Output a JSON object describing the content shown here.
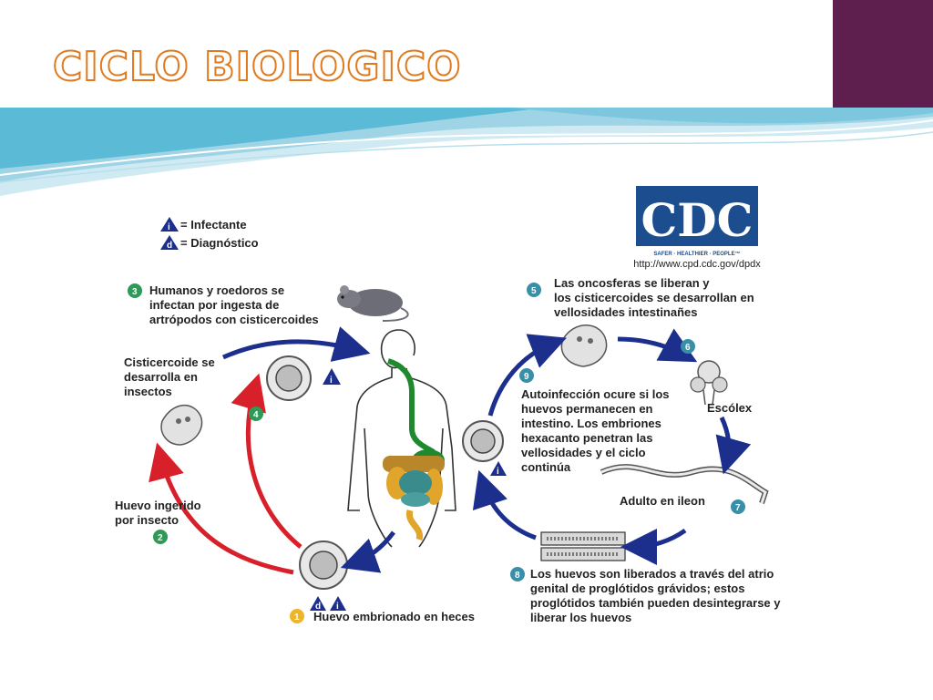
{
  "slide": {
    "title": "CICLO BIOLOGICO",
    "accent_color": "#e07a1e",
    "corner_color": "#5e1f4e",
    "wave_color": "#5bbad5"
  },
  "legend": {
    "infectante_mark": "i",
    "infectante": "= Infectante",
    "diagnostico_mark": "d",
    "diagnostico": "= Diagnóstico"
  },
  "logo": {
    "text": "CDC",
    "tagline": "SAFER · HEALTHIER · PEOPLE™",
    "url": "http://www.cpd.cdc.gov/dpdx"
  },
  "steps": [
    {
      "num": "1",
      "lines": [
        "Huevo embrionado en heces"
      ]
    },
    {
      "num": "2",
      "lines": [
        "Huevo ingerido",
        "por insecto"
      ]
    },
    {
      "num": "3",
      "lines": [
        "Humanos y roedoros se",
        "infectan por ingesta de",
        "artrópodos con cisticercoides"
      ]
    },
    {
      "num": "4",
      "lines": []
    },
    {
      "num": "5",
      "lines": [
        "Las oncosferas se liberan y",
        "los cisticercoides se desarrollan en",
        "vellosidades intestinañes"
      ]
    },
    {
      "num": "6",
      "lines": [
        "Escólex"
      ]
    },
    {
      "num": "7",
      "lines": [
        "Adulto en ileon"
      ]
    },
    {
      "num": "8",
      "lines": [
        "Los huevos son liberados a través del atrio",
        "genital de proglótidos grávidos; estos",
        "proglótidos también pueden desintegrarse y",
        "liberar los huevos"
      ]
    },
    {
      "num": "9",
      "lines": [
        "Autoinfección ocure si los",
        "huevos permanecen en",
        "intestino.  Los embriones",
        "hexacanto penetran las",
        "vellosidades y el ciclo",
        "continúa"
      ]
    }
  ],
  "cisticercoide": {
    "lines": [
      "Cisticercoide se",
      "desarrolla en",
      "insectos"
    ]
  },
  "marks": {
    "i": "i",
    "d": "d"
  }
}
